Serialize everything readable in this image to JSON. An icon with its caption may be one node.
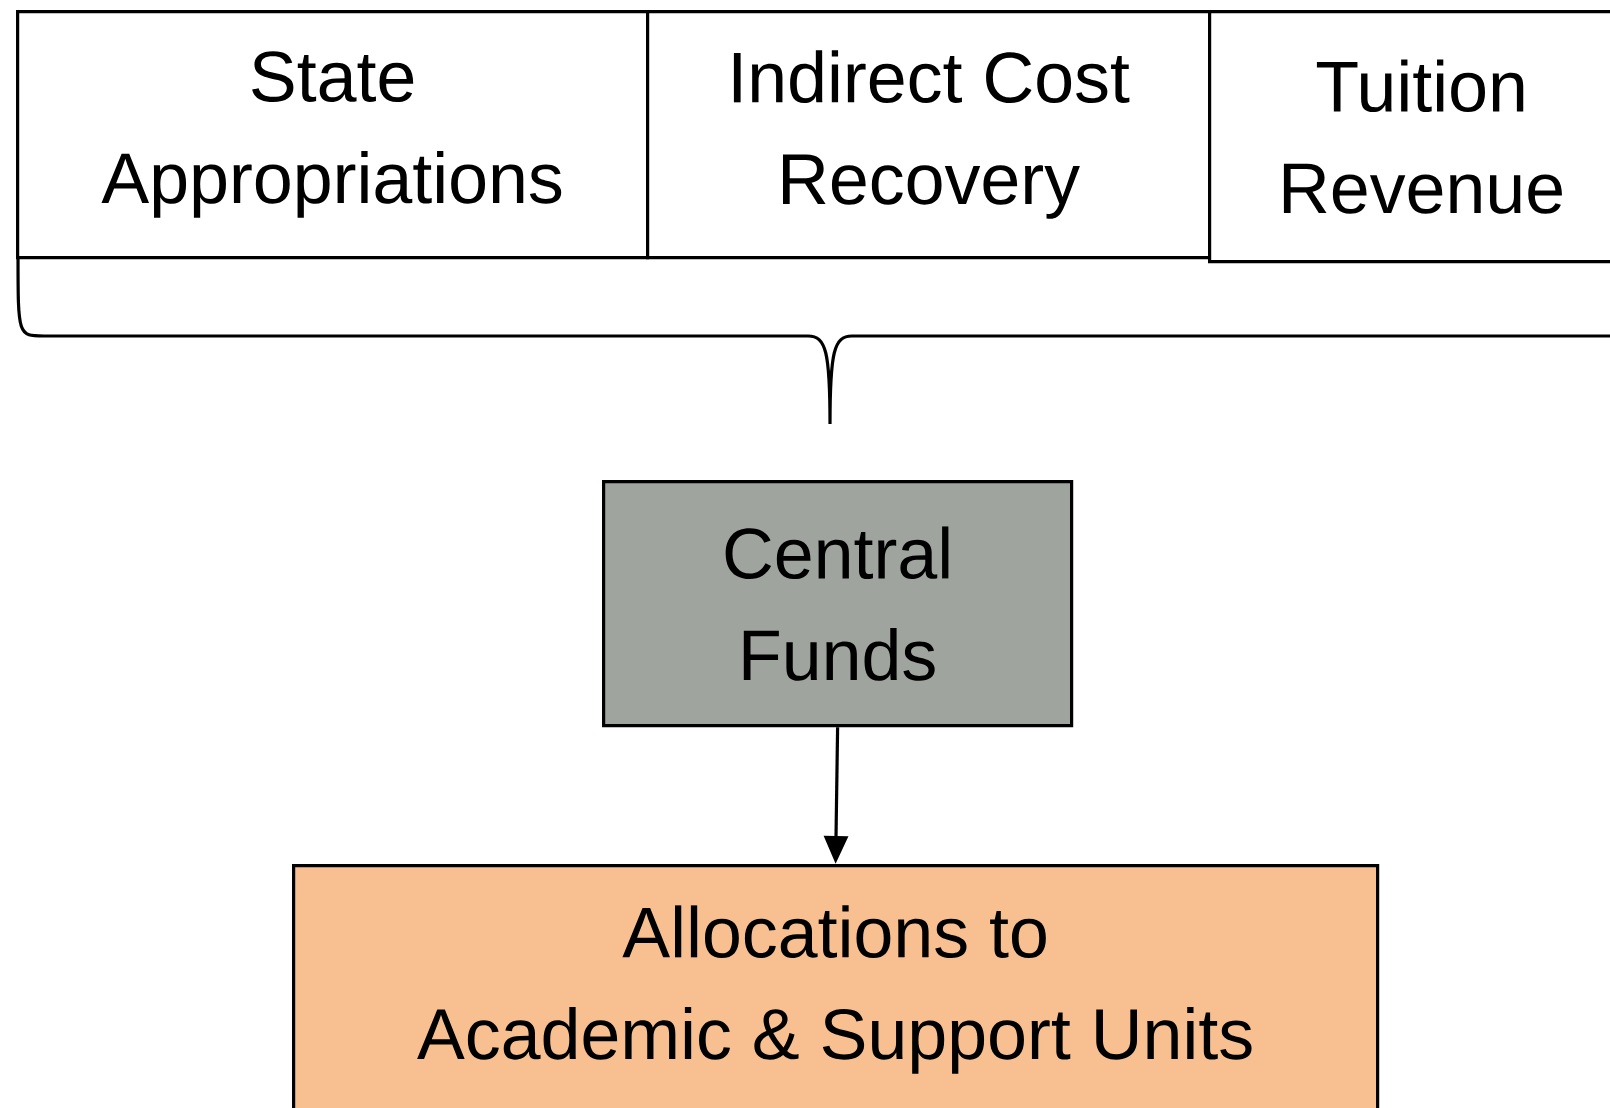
{
  "diagram": {
    "nodes": [
      {
        "text": [
          "State Appropriations"
        ]
      },
      {
        "text": [
          "Indirect Cost Recovery"
        ]
      },
      {
        "text": [
          "Tuition Revenue"
        ]
      },
      {
        "text": [
          "Central Funds"
        ]
      },
      {
        "text": [
          "Allocations to Academic & Support Units"
        ]
      }
    ],
    "edges": [
      {
        "from": 3,
        "to": 4,
        "arrow": "to"
      }
    ]
  }
}
